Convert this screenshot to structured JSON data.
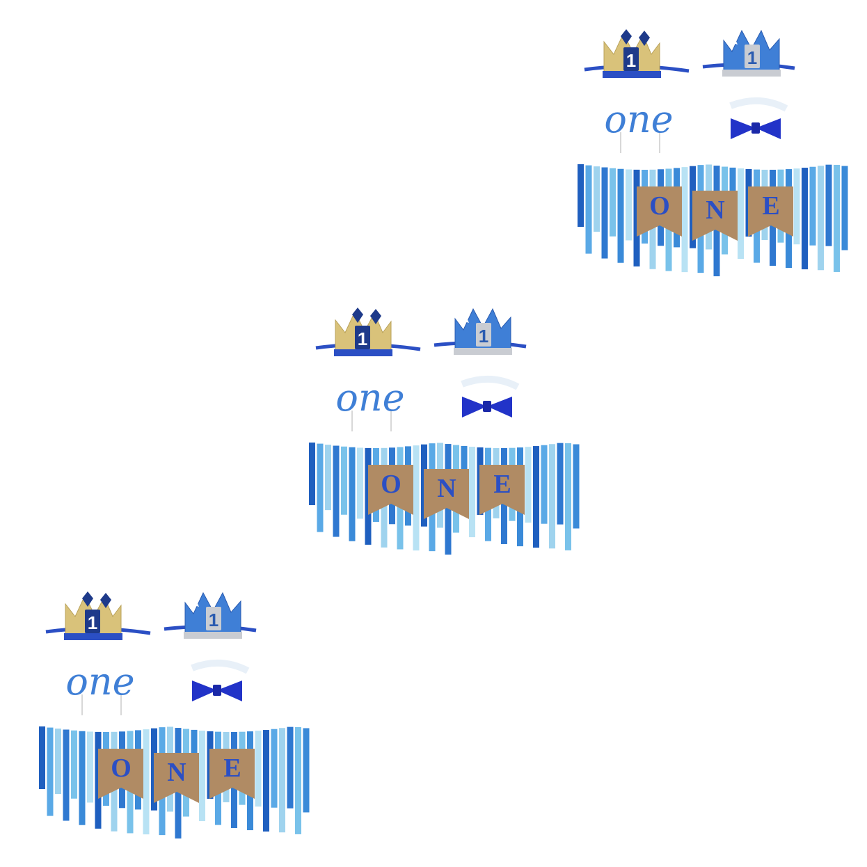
{
  "image": {
    "background": "#ffffff",
    "sets": [
      {
        "crown_gold_number": "1",
        "crown_blue_number": "1",
        "cake_topper_text": "one",
        "banner_letters": [
          "O",
          "N",
          "E"
        ]
      },
      {
        "crown_gold_number": "1",
        "crown_blue_number": "1",
        "cake_topper_text": "one",
        "banner_letters": [
          "O",
          "N",
          "E"
        ]
      },
      {
        "crown_gold_number": "1",
        "crown_blue_number": "1",
        "cake_topper_text": "one",
        "banner_letters": [
          "O",
          "N",
          "E"
        ]
      }
    ]
  },
  "colors": {
    "gold": "#d9c27a",
    "royal_blue": "#2243c6",
    "glitter_blue": "#3f7fd6",
    "light_blue": "#9fd3ee",
    "burlap": "#b08b64",
    "silver": "#c9ccd2"
  }
}
